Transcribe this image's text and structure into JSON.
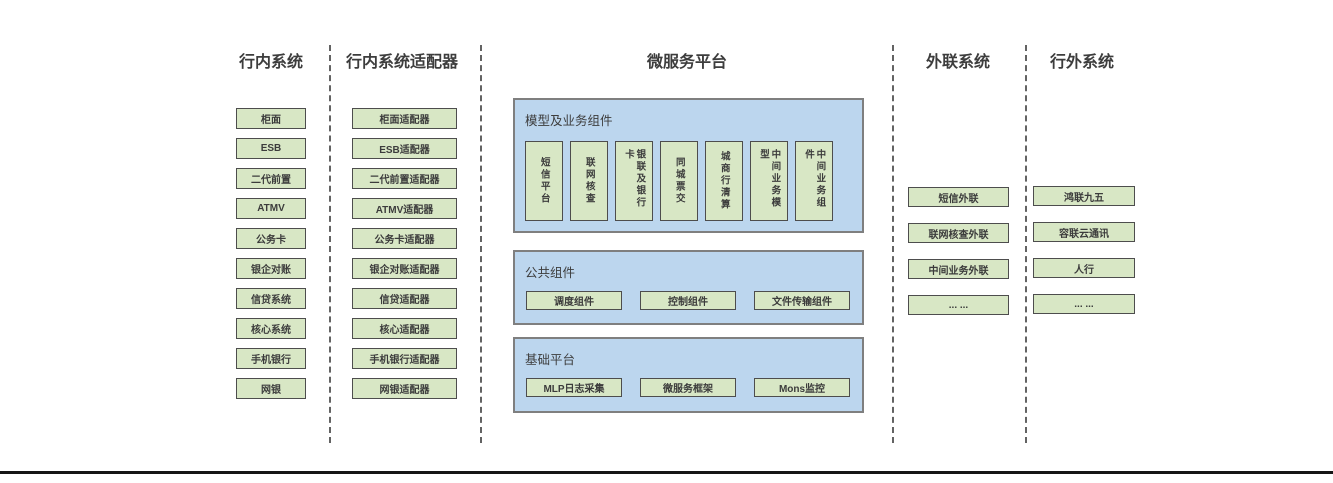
{
  "columns": {
    "internal": {
      "title": "行内系统",
      "boxes": [
        "柜面",
        "ESB",
        "二代前置",
        "ATMV",
        "公务卡",
        "银企对账",
        "信贷系统",
        "核心系统",
        "手机银行",
        "网银"
      ]
    },
    "adapters": {
      "title": "行内系统适配器",
      "boxes": [
        "柜面适配器",
        "ESB适配器",
        "二代前置适配器",
        "ATMV适配器",
        "公务卡适配器",
        "银企对账适配器",
        "信贷适配器",
        "核心适配器",
        "手机银行适配器",
        "网银适配器"
      ]
    },
    "platform": {
      "title": "微服务平台",
      "groups": {
        "model": {
          "label": "模型及业务组件",
          "boxes": [
            "短信平台",
            "联网核查",
            "银联及银行卡",
            "同城票交",
            "城商行清算",
            "中间业务模型",
            "中间业务组件"
          ]
        },
        "common": {
          "label": "公共组件",
          "boxes": [
            "调度组件",
            "控制组件",
            "文件传输组件"
          ]
        },
        "base": {
          "label": "基础平台",
          "boxes": [
            "MLP日志采集",
            "微服务框架",
            "Mons监控"
          ]
        }
      }
    },
    "outreach": {
      "title": "外联系统",
      "boxes": [
        "短信外联",
        "联网核查外联",
        "中间业务外联",
        "... ..."
      ]
    },
    "external": {
      "title": "行外系统",
      "boxes": [
        "鸿联九五",
        "容联云通讯",
        "人行",
        "... ..."
      ]
    }
  },
  "colors": {
    "box_green_fill": "#d8e7c5",
    "box_green_border": "#4d4d4d",
    "panel_blue_fill": "#bcd6ee",
    "panel_blue_border": "#7f7f7f",
    "separator_dash": "#636363",
    "text": "#3c3c3c",
    "bottom_rule": "#151515"
  }
}
